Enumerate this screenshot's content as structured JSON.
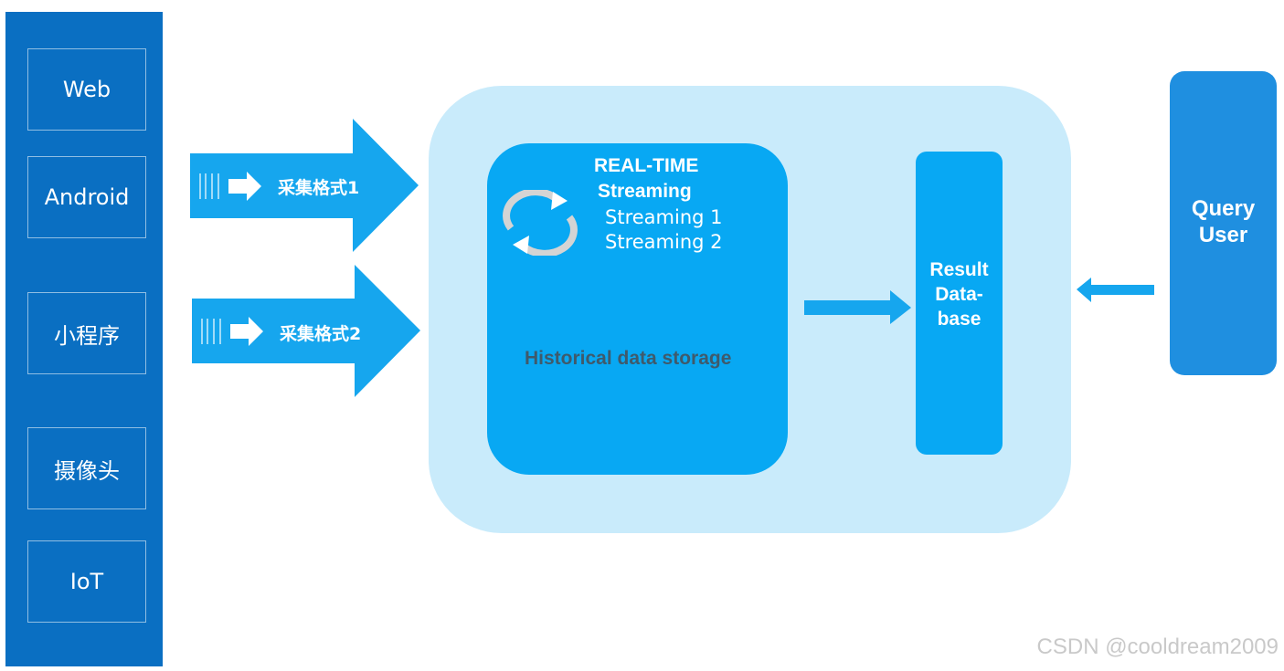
{
  "sources": {
    "items": [
      {
        "label": "Web"
      },
      {
        "label": "Android"
      },
      {
        "label": "小程序"
      },
      {
        "label": "摄像头"
      },
      {
        "label": "IoT"
      }
    ]
  },
  "arrows": {
    "format1": "采集格式1",
    "format2": "采集格式2"
  },
  "realtime": {
    "title_line1": "REAL-TIME",
    "title_line2": "Streaming",
    "streams": [
      "Streaming 1",
      "Streaming 2"
    ],
    "history": "Historical data storage",
    "icon": "refresh-icon"
  },
  "result_db": {
    "line1": "Result",
    "line2": "Data-",
    "line3": "base"
  },
  "query_user": {
    "line1": "Query",
    "line2": "User"
  },
  "watermark": "CSDN @cooldream2009",
  "colors": {
    "source_panel": "#0a6fc2",
    "arrow": "#16a6ee",
    "processing_bg": "#c9ebfb",
    "streaming_box": "#08a8f3",
    "query_user": "#1f8fe0",
    "history_text": "#3f5a6b"
  }
}
